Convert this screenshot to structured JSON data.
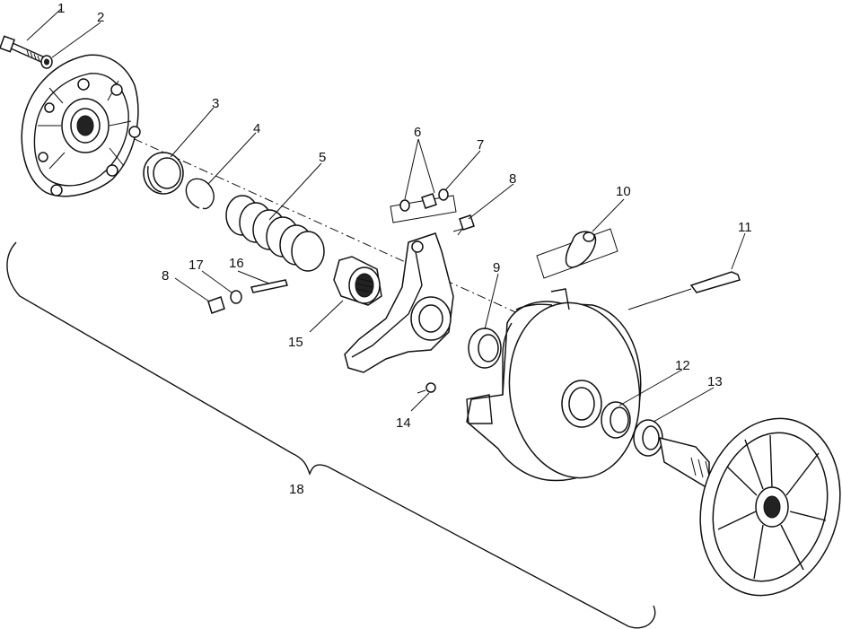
{
  "callouts": {
    "c1": "1",
    "c2": "2",
    "c3": "3",
    "c4": "4",
    "c5": "5",
    "c6": "6",
    "c7": "7",
    "c8a": "8",
    "c8b": "8",
    "c9": "9",
    "c10": "10",
    "c11": "11",
    "c12": "12",
    "c13": "13",
    "c14": "14",
    "c15": "15",
    "c16": "16",
    "c17": "17",
    "c18": "18"
  },
  "colors": {
    "ink": "#111111",
    "paper": "#ffffff"
  }
}
